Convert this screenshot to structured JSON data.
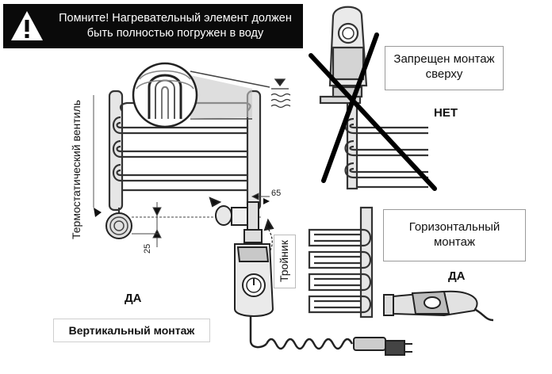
{
  "warning": {
    "icon": "warning-triangle-icon",
    "line1": "Помните! Нагревательный элемент должен",
    "line2": "быть полностью погружен в воду"
  },
  "labels": {
    "thermostatic_valve": "Термостатический вентиль",
    "tee": "Тройник",
    "yes_vertical": "ДА",
    "yes_horizontal": "ДА",
    "no": "НЕТ",
    "dim_65": "65",
    "dim_25": "25"
  },
  "boxes": {
    "vertical_mount": "Вертикальный монтаж",
    "top_mount_forbidden_line1": "Запрещен монтаж",
    "top_mount_forbidden_line2": "сверху",
    "horizontal_mount_line1": "Горизонтальный",
    "horizontal_mount_line2": "монтаж"
  },
  "colors": {
    "banner_bg": "#0a0a0a",
    "banner_text": "#ffffff",
    "line": "#333333",
    "fill": "#d8d8d8"
  }
}
